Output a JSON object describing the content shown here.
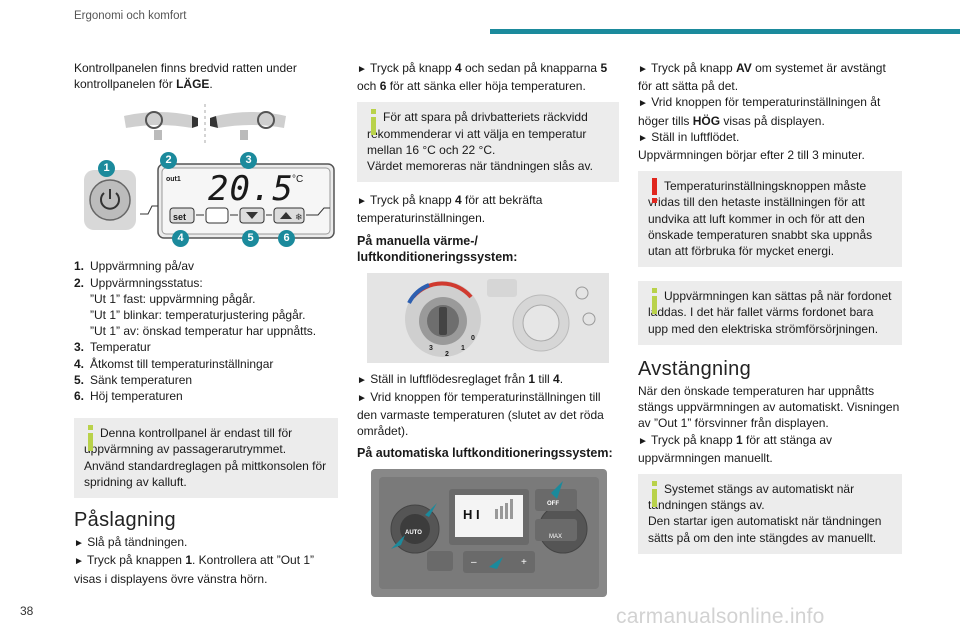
{
  "header": {
    "section": "Ergonomi och komfort",
    "accent": "#1b8a9c"
  },
  "page_number": "38",
  "watermark": "carmanualsonline.info",
  "col1": {
    "intro_a": "Kontrollpanelen finns bredvid ratten under kontrollpanelen för ",
    "intro_b": "LÄGE",
    "intro_c": ".",
    "display": {
      "out": "out1",
      "temp": "20.5",
      "unit": "°C",
      "set": "set"
    },
    "callouts": [
      "1",
      "2",
      "3",
      "4",
      "5",
      "6"
    ],
    "list": [
      {
        "n": "1.",
        "t": "Uppvärmning på/av"
      },
      {
        "n": "2.",
        "t": "Uppvärmningsstatus:"
      },
      {
        "n": "",
        "t": "”Ut 1” fast: uppvärmning pågår."
      },
      {
        "n": "",
        "t": "”Ut 1” blinkar: temperaturjustering pågår."
      },
      {
        "n": "",
        "t": "”Ut 1” av: önskad temperatur har uppnåtts."
      },
      {
        "n": "3.",
        "t": "Temperatur"
      },
      {
        "n": "4.",
        "t": "Åtkomst till temperaturinställningar"
      },
      {
        "n": "5.",
        "t": "Sänk temperaturen"
      },
      {
        "n": "6.",
        "t": "Höj temperaturen"
      }
    ],
    "note": "Denna kontrollpanel är endast till för uppvärmning av passagerarutrymmet. Använd standardreglagen på mittkonsolen för spridning av kalluft.",
    "h_on": "Påslagning",
    "on1": "Slå på tändningen.",
    "on2a": "Tryck på knappen ",
    "on2b": "1",
    "on2c": ". Kontrollera att ”Out 1” visas i displayens övre vänstra hörn."
  },
  "col2": {
    "p1a": "Tryck på knapp ",
    "p1b": "4",
    "p1c": " och sedan på knapparna ",
    "p1d": "5",
    "p1e": " och ",
    "p1f": "6",
    "p1g": " för att sänka eller höja temperaturen.",
    "note": "För att spara på drivbatteriets räckvidd rekommenderar vi att välja en temperatur mellan 16 °C och 22 °C.",
    "note2": "Värdet memoreras när tändningen slås av.",
    "p2a": "Tryck på knapp ",
    "p2b": "4",
    "p2c": " för att bekräfta temperaturinställningen.",
    "h_manual": "På manuella värme-/ luftkonditioneringssystem:",
    "knob_marks": [
      "0",
      "1",
      "2",
      "3"
    ],
    "p3a": "Ställ in luftflödesreglaget från ",
    "p3b": "1",
    "p3c": " till ",
    "p3d": "4",
    "p3e": ".",
    "p4": "Vrid knoppen för temperaturinställningen till den varmaste temperaturen (slutet av det röda området).",
    "h_auto": "På automatiska luftkonditioneringssystem:",
    "auto_labels": {
      "auto": "AUTO",
      "off": "OFF",
      "hi": "H I",
      "max": "MAX",
      "minus": "–",
      "plus": "+"
    }
  },
  "col3": {
    "p1a": "Tryck på knapp ",
    "p1b": "AV",
    "p1c": " om systemet är avstängt för att sätta på det.",
    "p2a": "Vrid knoppen för temperaturinställningen åt höger tills ",
    "p2b": "HÖG",
    "p2c": " visas på displayen.",
    "p3": "Ställ in luftflödet.",
    "p4": "Uppvärmningen börjar efter 2 till 3 minuter.",
    "warn": "Temperaturinställningsknoppen måste vridas till den hetaste inställningen för att undvika att luft kommer in och för att den önskade temperaturen snabbt ska uppnås utan att förbruka för mycket energi.",
    "note": "Uppvärmningen kan sättas på när fordonet laddas. I det här fallet värms fordonet bara upp med den elektriska strömförsörjningen.",
    "h_off": "Avstängning",
    "off1": "När den önskade temperaturen har uppnåtts stängs uppvärmningen av automatiskt. Visningen av ”Out 1” försvinner från displayen.",
    "off2a": "Tryck på knapp ",
    "off2b": "1",
    "off2c": " för att stänga av uppvärmningen manuellt.",
    "note2": "Systemet stängs av automatiskt när tändningen stängs av.",
    "note2b": "Den startar igen automatiskt när tändningen sätts på om den inte stängdes av manuellt."
  },
  "icons": {
    "bullet": "►",
    "info": "i",
    "warning": "!"
  },
  "colors": {
    "info": "#b9d24a",
    "warning": "#e0261e",
    "knob_red": "#d03a2f",
    "knob_blue": "#2d5fb0"
  }
}
